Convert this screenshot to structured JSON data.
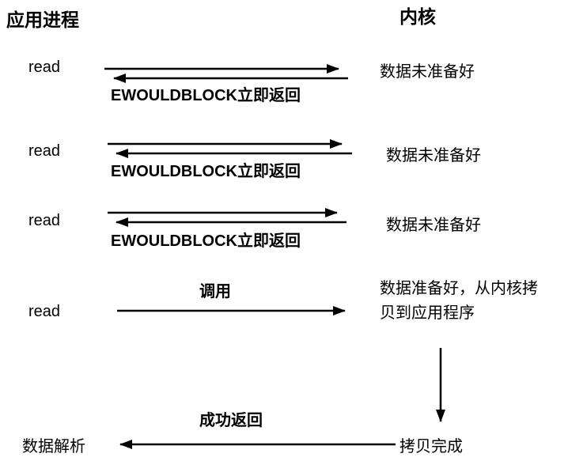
{
  "diagram": {
    "left_header": "应用进程",
    "right_header": "内核",
    "rows": [
      {
        "left": "read",
        "label": "EWOULDBLOCK立即返回",
        "right": "数据未准备好"
      },
      {
        "left": "read",
        "label": "EWOULDBLOCK立即返回",
        "right": "数据未准备好"
      },
      {
        "left": "read",
        "label": "EWOULDBLOCK立即返回",
        "right": "数据未准备好"
      },
      {
        "left": "read",
        "label": "调用",
        "right": "数据准备好，从内核拷贝到应用程序"
      },
      {
        "left": "数据解析",
        "label": "成功返回",
        "right": "拷贝完成"
      }
    ],
    "arrow_color": "#000000"
  }
}
